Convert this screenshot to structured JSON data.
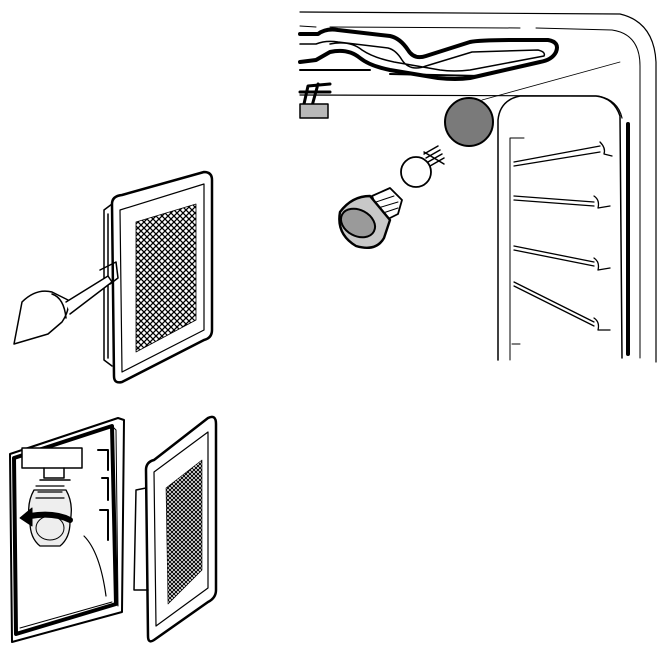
{
  "figure": {
    "panels": [
      {
        "id": "oven-lamp",
        "icon": "oven-lamp-removal-icon"
      },
      {
        "id": "grille-removal",
        "icon": "screwdriver-pry-icon"
      },
      {
        "id": "bulb-replacement",
        "icon": "bulb-unscrew-icon"
      }
    ],
    "colors": {
      "line": "#000000",
      "lamp_cover": "#7a7a7a",
      "glass": "#c8c8c8",
      "paper": "#ffffff"
    }
  }
}
